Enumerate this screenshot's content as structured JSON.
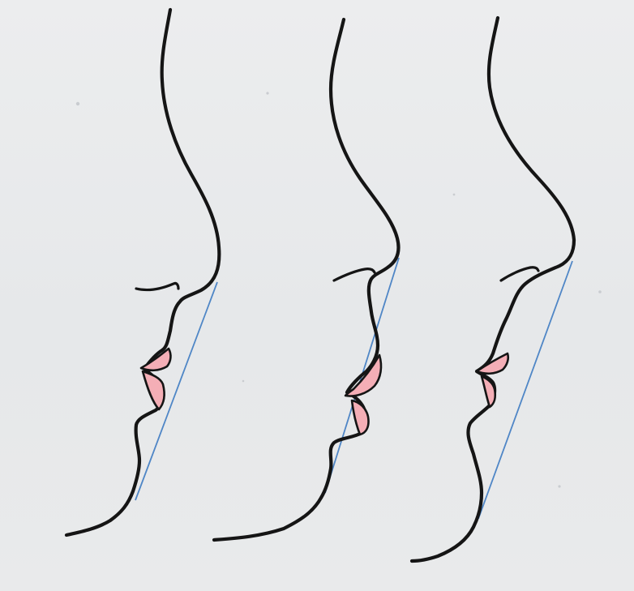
{
  "colors": {
    "background": "#e9ebec",
    "profile_line": "#151515",
    "lip_fill": "#f4aeb6",
    "reference_line": "#4f86c6"
  },
  "figure": {
    "profiles": [
      {
        "id": "profile-1"
      },
      {
        "id": "profile-2"
      },
      {
        "id": "profile-3"
      }
    ]
  }
}
